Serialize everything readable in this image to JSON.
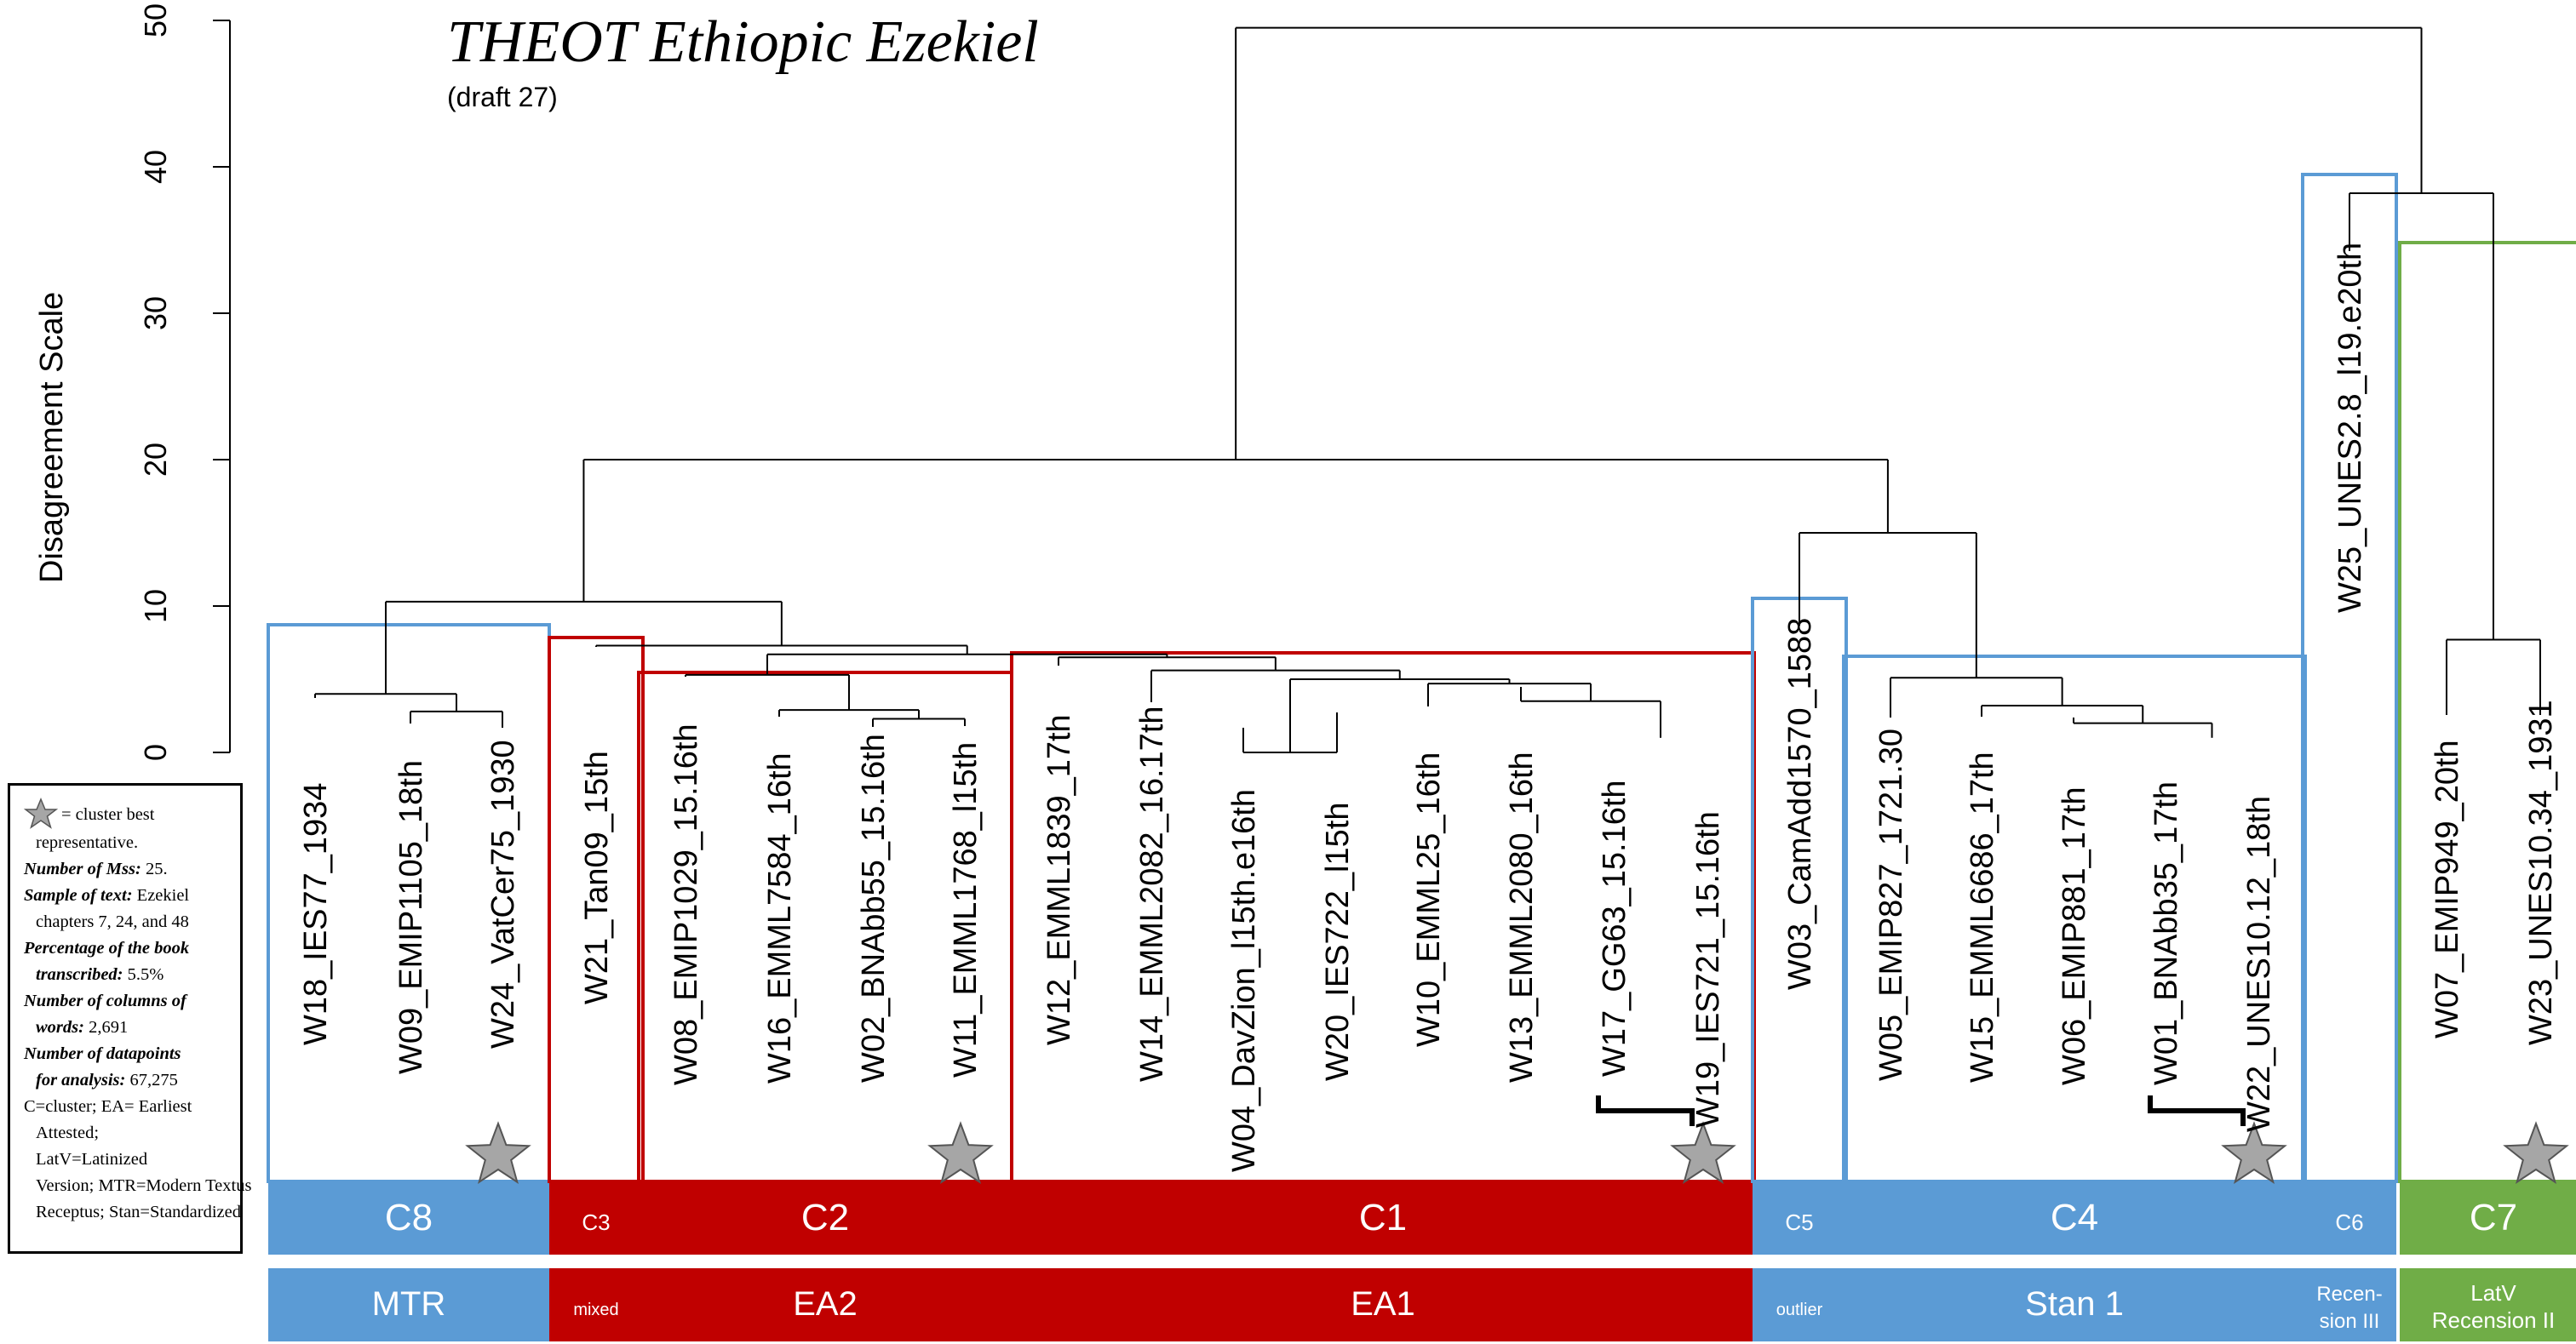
{
  "title": "THEOT Ethiopic Ezekiel",
  "subtitle": "(draft 27)",
  "y_axis": {
    "label": "Disagreement Scale",
    "ticks": [
      0,
      10,
      20,
      30,
      40,
      50
    ],
    "range": [
      0,
      50
    ]
  },
  "leaves": [
    "W18_IES77_1934",
    "W09_EMIP1105_18th",
    "W24_VatCer75_1930",
    "W21_Tan09_15th",
    "W08_EMIP1029_15.16th",
    "W16_EMML7584_16th",
    "W02_BNAbb55_15.16th",
    "W11_EMML1768_l15th",
    "W12_EMML1839_17th",
    "W14_EMML2082_16.17th",
    "W04_DavZion_l15th.e16th",
    "W20_IES722_l15th",
    "W10_EMML25_16th",
    "W13_EMML2080_16th",
    "W17_GG63_15.16th",
    "W19_IES721_15.16th",
    "W03_CamAdd1570_1588",
    "W05_EMIP827_1721.30",
    "W15_EMML6686_17th",
    "W06_EMIP881_17th",
    "W01_BNAbb35_17th",
    "W22_UNES10.12_18th",
    "W25_UNES2.8_l19.e20th",
    "W07_EMIP949_20th",
    "W23_UNES10.34_1931"
  ],
  "merges": [
    {
      "a": "W17_GG63_15.16th",
      "b": "W19_IES721_15.16th",
      "height": 1.1
    },
    {
      "a": "W01_BNAbb35_17th",
      "b": "W22_UNES10.12_18th",
      "height": 1.8
    },
    {
      "a": "W02_BNAbb55_15.16th",
      "b": "W11_EMML1768_l15th",
      "height": 2.3
    },
    {
      "a": "W09_EMIP1105_18th",
      "b": "W24_VatCer75_1930",
      "height": 2.8
    },
    {
      "a": "W06_EMIP881_17th",
      "b": "[W01,W22]",
      "height": 2.0
    },
    {
      "a": "W13_EMML2080_16th",
      "b": "[W17,W19]",
      "height": 3.5
    },
    {
      "a": "W15_EMML6686_17th",
      "b": "[W06,W01,W22]",
      "height": 3.2
    },
    {
      "a": "W16_EMML7584_16th",
      "b": "[W02,W11]",
      "height": 2.9
    },
    {
      "a": "W04_DavZion_l15th.e16th",
      "b": "W20_IES722_l15th",
      "height": 0.0
    },
    {
      "a": "W18_IES77_1934",
      "b": "[W09,W24]",
      "height": 4.0
    },
    {
      "a": "W10_EMML25_16th",
      "b": "[W13,W17,W19]",
      "height": 4.7
    },
    {
      "a": "[W04,W20]",
      "b": "[W10,W13,W17,W19]",
      "height": 5.0
    },
    {
      "a": "W05_EMIP827_1721.30",
      "b": "[W15,W06,W01,W22]",
      "height": 5.1
    },
    {
      "a": "W08_EMIP1029_15.16th",
      "b": "[W16,W02,W11]",
      "height": 5.3
    },
    {
      "a": "W14_EMML2082_16.17th",
      "b": "[W04..W19]",
      "height": 5.6
    },
    {
      "a": "W12_EMML1839_17th",
      "b": "[W14..W19]",
      "height": 6.5
    },
    {
      "a": "[W08..W11]",
      "b": "[W12..W19]",
      "height": 6.7
    },
    {
      "a": "W21_Tan09_15th",
      "b": "[W08..W19]",
      "height": 7.3
    },
    {
      "a": "W07_EMIP949_20th",
      "b": "W23_UNES10.34_1931",
      "height": 7.7
    },
    {
      "a": "[W18,W09,W24]",
      "b": "[W21..W19]",
      "height": 10.3
    },
    {
      "a": "W03_CamAdd1570_1588",
      "b": "[W05..W22]",
      "height": 15.0
    },
    {
      "a": "W25_UNES2.8_l19.e20th",
      "b": "[W07,W23]",
      "height": 38.2
    },
    {
      "a": "[W18..W19]",
      "b": "[W03..W22]",
      "height": 20.0
    },
    {
      "a": "[W18..W22]",
      "b": "[W25,W07,W23]",
      "height": 49.5
    }
  ],
  "clusters": [
    {
      "cluster": "C8",
      "group": "MTR",
      "first_leaf": 0,
      "last_leaf": 2,
      "color": "#5b9bd5",
      "star": true
    },
    {
      "cluster": "C3",
      "group": "mixed",
      "first_leaf": 3,
      "last_leaf": 3,
      "color": "#c00000",
      "star": false
    },
    {
      "cluster": "C2",
      "group": "EA2",
      "first_leaf": 4,
      "last_leaf": 7,
      "color": "#c00000",
      "star": true
    },
    {
      "cluster": "C1",
      "group": "EA1",
      "first_leaf": 8,
      "last_leaf": 15,
      "color": "#c00000",
      "star": true
    },
    {
      "cluster": "C5",
      "group": "outlier",
      "first_leaf": 16,
      "last_leaf": 16,
      "color": "#5b9bd5",
      "star": false
    },
    {
      "cluster": "C4",
      "group": "Stan 1",
      "first_leaf": 17,
      "last_leaf": 21,
      "color": "#5b9bd5",
      "star": true
    },
    {
      "cluster": "C6",
      "group": "Recen-\nsion III",
      "first_leaf": 22,
      "last_leaf": 22,
      "color": "#5b9bd5",
      "star": false
    },
    {
      "cluster": "C7",
      "group": "LatV\nRecension II",
      "first_leaf": 23,
      "last_leaf": 24,
      "color": "#70ad47",
      "star": true
    }
  ],
  "legend": {
    "star_text": "= cluster best representative.",
    "lines": [
      {
        "label": "Number of Mss:",
        "value": "25."
      },
      {
        "label": "Sample of text:",
        "value": "Ezekiel chapters 7, 24, and 48"
      },
      {
        "label": "Percentage of the book transcribed:",
        "value": "5.5%"
      },
      {
        "label": "Number of columns of words:",
        "value": "2,691"
      },
      {
        "label": "Number of datapoints for analysis:",
        "value": "67,275"
      }
    ],
    "abbreviations": "C=cluster; EA= Earliest Attested; LatV=Latinized Version; MTR=Modern Textus Receptus; Stan=Standardized"
  },
  "colors": {
    "blue": "#5b9bd5",
    "red": "#c00000",
    "green": "#70ad47",
    "star": "#a6a6a6"
  }
}
